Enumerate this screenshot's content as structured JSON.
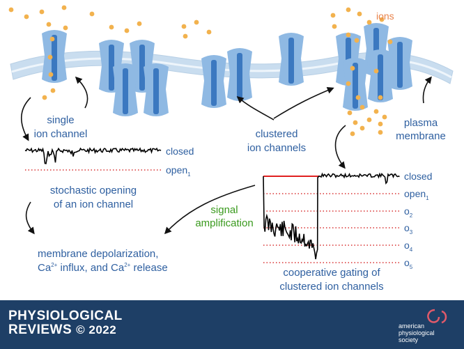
{
  "labels": {
    "ions": "ions",
    "single_1": "single",
    "single_2": "ion channel",
    "clustered_1": "clustered",
    "clustered_2": "ion channels",
    "plasma_1": "plasma",
    "plasma_2": "membrane",
    "closed_single": "closed",
    "open1_single_base": "open",
    "open1_single_sub": "1",
    "stochastic_1": "stochastic opening",
    "stochastic_2": "of an ion channel",
    "signal_1": "signal",
    "signal_2": "amplification",
    "depol_1": "membrane depolarization,",
    "depol_2_a": "Ca",
    "depol_2_sup": "2+",
    "depol_2_b": " influx, and Ca",
    "depol_2_sup2": "2+",
    "depol_2_c": " release",
    "coop_1": "cooperative gating of",
    "coop_2": "clustered ion channels",
    "closed_coop": "closed",
    "levels": [
      {
        "base": "open",
        "sub": "1"
      },
      {
        "base": "o",
        "sub": "2"
      },
      {
        "base": "o",
        "sub": "3"
      },
      {
        "base": "o",
        "sub": "4"
      },
      {
        "base": "o",
        "sub": "5"
      }
    ]
  },
  "footer": {
    "journal_line1": "PHYSIOLOGICAL",
    "journal_line2": "REVIEWS",
    "copyright": "© 2022",
    "society_line1": "american",
    "society_line2": "physiological",
    "society_line3": "society"
  },
  "colors": {
    "channel": "#8fb9e3",
    "channel_pore": "#3b78c0",
    "membrane": "#c9ddef",
    "ion": "#f2b24e",
    "trace": "#000000",
    "closed_line": "#e02020",
    "dotted": "#d83030",
    "text_blue": "#2e5fa0",
    "text_green": "#3a9a1e",
    "footer_bg": "#1e3f66"
  }
}
